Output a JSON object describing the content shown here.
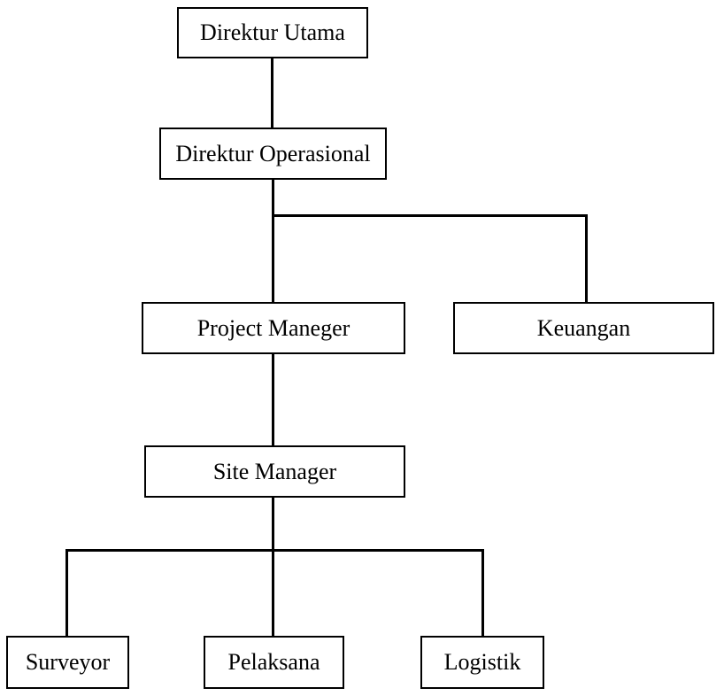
{
  "chart": {
    "type": "org-chart",
    "background_color": "#ffffff",
    "line_color": "#000000",
    "text_color": "#000000",
    "nodes": {
      "direktur_utama": {
        "label": "Direktur Utama",
        "level": 1
      },
      "direktur_operasional": {
        "label": "Direktur Operasional",
        "level": 2
      },
      "project_maneger": {
        "label": "Project Maneger",
        "level": 3
      },
      "keuangan": {
        "label": "Keuangan",
        "level": 3
      },
      "site_manager": {
        "label": "Site Manager",
        "level": 4
      },
      "surveyor": {
        "label": "Surveyor",
        "level": 5
      },
      "pelaksana": {
        "label": "Pelaksana",
        "level": 5
      },
      "logistik": {
        "label": "Logistik",
        "level": 5
      }
    },
    "edges": [
      {
        "from": "Direktur Utama",
        "to": "Direktur Operasional"
      },
      {
        "from": "Direktur Operasional",
        "to": "Project Maneger"
      },
      {
        "from": "Direktur Operasional",
        "to": "Keuangan"
      },
      {
        "from": "Project Maneger",
        "to": "Site Manager"
      },
      {
        "from": "Site Manager",
        "to": "Surveyor"
      },
      {
        "from": "Site Manager",
        "to": "Pelaksana"
      },
      {
        "from": "Site Manager",
        "to": "Logistik"
      }
    ]
  }
}
